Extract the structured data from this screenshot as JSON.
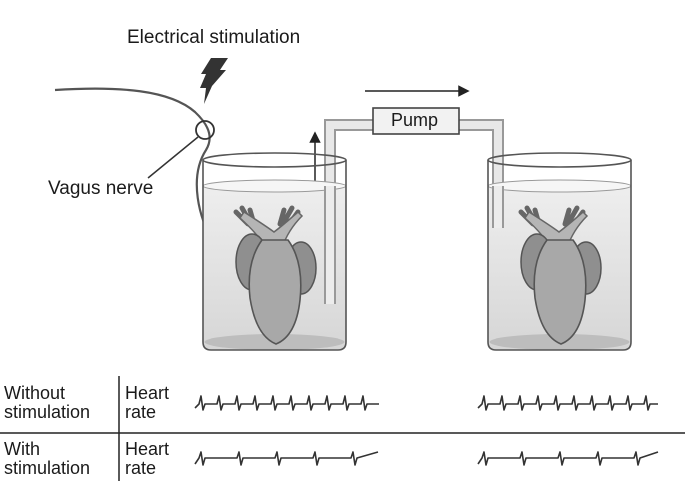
{
  "labels": {
    "stimulation": "Electrical stimulation",
    "vagus": "Vagus nerve",
    "pump": "Pump"
  },
  "table": {
    "rows": [
      {
        "condition": [
          "Without",
          "stimulation"
        ],
        "measure": [
          "Heart",
          "rate"
        ],
        "trace": "fast"
      },
      {
        "condition": [
          "With",
          "stimulation"
        ],
        "measure": [
          "Heart",
          "rate"
        ],
        "trace": "slow"
      }
    ]
  },
  "colors": {
    "line": "#555555",
    "liquid": "#dcdcdc",
    "heart": "#a8a8a8",
    "atrium": "#8f8f8f",
    "trace": "#333333"
  }
}
